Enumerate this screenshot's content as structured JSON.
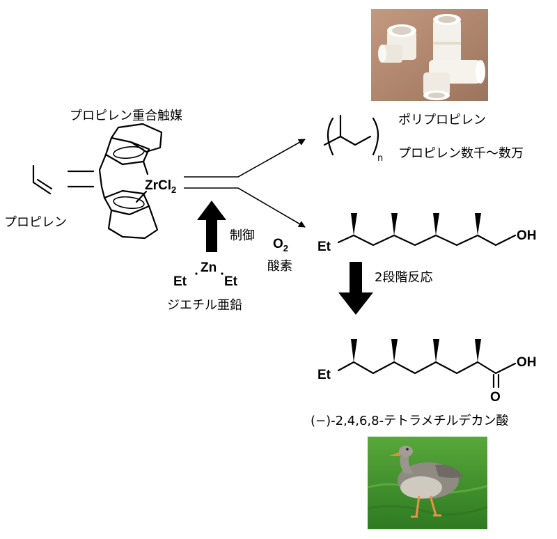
{
  "labels": {
    "catalyst": "プロピレン重合触媒",
    "propylene": "プロピレン",
    "control": "制御",
    "diethylzinc": "ジエチル亜鉛",
    "oxygen_reagent": "酸素",
    "polypropylene": "ポリプロピレン",
    "polypropylene_size": "プロピレン数千〜数万",
    "two_step": "2段階反応",
    "acid_name": "(−)-2,4,6,8-テトラメチルデカン酸"
  },
  "atoms": {
    "zr": "ZrCl",
    "zr_sub": "2",
    "zn": "Zn",
    "et": "Et",
    "oh": "OH",
    "o": "O",
    "o2": "O",
    "o2_sub": "2",
    "n": "n"
  },
  "icons": {
    "pipe_photo": "pvc-pipe-fittings-photo",
    "goose_photo": "greylag-goose-photo"
  },
  "colors": {
    "ink": "#000000",
    "photo_bg_pipes": "#b48a72",
    "grass": "#3f8f2c"
  }
}
